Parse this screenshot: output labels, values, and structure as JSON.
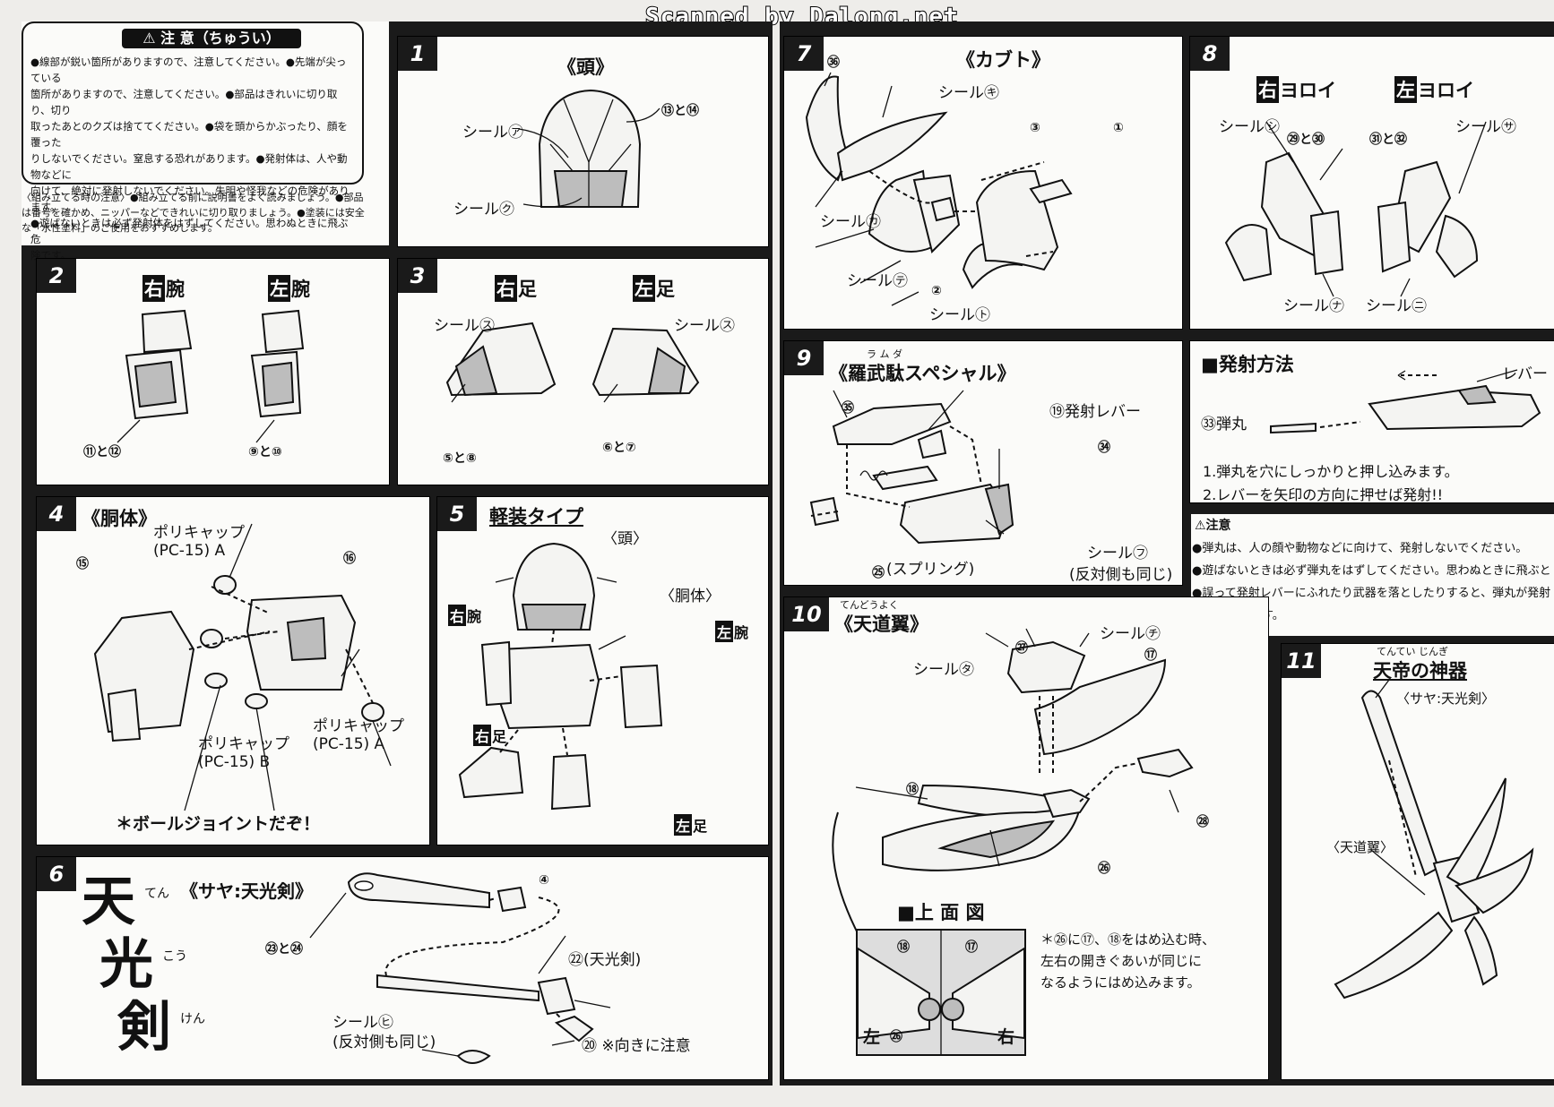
{
  "watermark": "Scanned by Dalong.net",
  "caution": {
    "title": "⚠ 注 意（ちゅうい）",
    "lines": [
      "●線部が鋭い箇所がありますので、注意してください。●先端が尖っている",
      "箇所がありますので、注意してください。●部品はきれいに切り取り、切り",
      "取ったあとのクズは捨ててください。●袋を頭からかぶったり、顔を覆った",
      "りしないでください。窒息する恐れがあります。●発射体は、人や動物などに",
      "向けて、絶対に発射しないでください。失明や怪我などの危険があります。",
      "●遊ばないときは必ず発射体をはずしてください。思わぬときに飛ぶ危",
      "険です。"
    ]
  },
  "assembly_note": "〈組み立てる時の注意〉●組み立てる前に説明書をよく読みましょう。●部品は番号を確かめ、ニッパーなどできれいに切り取りましょう。●塗装には安全な「水性塗料」のご使用をおすすめします。",
  "steps": {
    "s1": {
      "num": "1",
      "title": "《頭》",
      "parts": "⑬と⑭",
      "seal_a": "シール㋐",
      "seal_ku": "シール㋗"
    },
    "s2": {
      "num": "2",
      "right_k": "右",
      "right_rest": "腕",
      "left_k": "左",
      "left_rest": "腕",
      "parts_r": "⑪と⑫",
      "parts_l": "⑨と⑩"
    },
    "s3": {
      "num": "3",
      "right_k": "右",
      "right_rest": "足",
      "left_k": "左",
      "left_rest": "足",
      "seal_r": "シール㋜",
      "seal_l": "シール㋜",
      "parts_r": "⑤と⑧",
      "parts_l": "⑥と⑦"
    },
    "s4": {
      "num": "4",
      "title": "《胴体》",
      "polycap_a1": "ポリキャップ",
      "polycap_a1b": "(PC-15) A",
      "polycap_b": "ポリキャップ",
      "polycap_bb": "(PC-15) B",
      "polycap_a2": "ポリキャップ",
      "polycap_a2b": "(PC-15) A",
      "p15": "⑮",
      "p16": "⑯",
      "note": "＊ボールジョイントだぞ！"
    },
    "s5": {
      "num": "5",
      "title": "軽装タイプ",
      "head": "〈頭〉",
      "body": "〈胴体〉",
      "right_arm_k": "右",
      "right_arm": "腕",
      "left_arm_k": "左",
      "left_arm": "腕",
      "right_leg_k": "右",
      "right_leg": "足",
      "left_leg_k": "左",
      "left_leg": "足"
    },
    "s6": {
      "num": "6",
      "kanji": [
        "天",
        "光",
        "剣"
      ],
      "furigana": [
        "てん",
        "こう",
        "けん"
      ],
      "title": "《サヤ:天光剣》",
      "parts_sheath": "㉓と㉔",
      "part4": "④",
      "sword": "㉒(天光剣)",
      "seal_hi": "シール㋪",
      "seal_hi_note": "(反対側も同じ)",
      "part20": "⑳ ※向きに注意"
    },
    "s7": {
      "num": "7",
      "title": "《カブト》",
      "p36": "㊱",
      "seal_ki": "シール㋖",
      "p3": "③",
      "p1": "①",
      "seal_ka": "シール㋕",
      "seal_te": "シール㋢",
      "p2": "②",
      "seal_to": "シール㋣"
    },
    "s8": {
      "num": "8",
      "right_k": "右",
      "right_rest": "ヨロイ",
      "left_k": "左",
      "left_rest": "ヨロイ",
      "seal_shi": "シール㋛",
      "parts_r": "㉙と㉚",
      "parts_l": "㉛と㉜",
      "seal_sa": "シール㋚",
      "seal_na": "シール㋤",
      "seal_ni": "シール㋥"
    },
    "s9": {
      "num": "9",
      "furigana": "ラ ム ダ",
      "title": "《羅武駄スペシャル》",
      "p35": "㉟",
      "lever": "⑲発射レバー",
      "p34": "㉞",
      "p25": "㉕",
      "spring": "(スプリング)",
      "seal_fu": "シール㋫",
      "fu_note": "(反対側も同じ)"
    },
    "launch": {
      "title": "■発射方法",
      "lever": "レバー",
      "bullet": "㉝弾丸",
      "step1": "1.弾丸を穴にしっかりと押し込みます。",
      "step2": "2.レバーを矢印の方向に押せば発射!!"
    },
    "warning": {
      "title": "⚠注意",
      "lines": [
        "●弾丸は、人の顔や動物などに向けて、発射しないでください。",
        "●遊ばないときは必ず弾丸をはずしてください。思わぬときに飛ぶと危険です",
        "●誤って発射レバーにふれたり武器を落としたりすると、弾丸が発射する",
        "　とがあります。"
      ]
    },
    "s10": {
      "num": "10",
      "title": "《天道翼》",
      "furigana": "てんどうよく",
      "p27": "㉗",
      "seal_chi": "シール㋠",
      "p17": "⑰",
      "seal_ta": "シール㋟",
      "p18": "⑱",
      "p28": "㉘",
      "p26": "㉖",
      "top_view": "■上 面 図",
      "tv18": "⑱",
      "tv17": "⑰",
      "left": "左",
      "tv26": "㉖",
      "right": "右",
      "note1": "＊㉖に⑰、⑱をはめ込む時、",
      "note2": "左右の開きぐあいが同じに",
      "note3": "なるようにはめ込みます。"
    },
    "s11": {
      "num": "11",
      "title": "天帝の神器",
      "furigana": "てんてい じんぎ",
      "sheath": "〈サヤ:天光剣〉",
      "wings": "〈天道翼〉"
    }
  }
}
